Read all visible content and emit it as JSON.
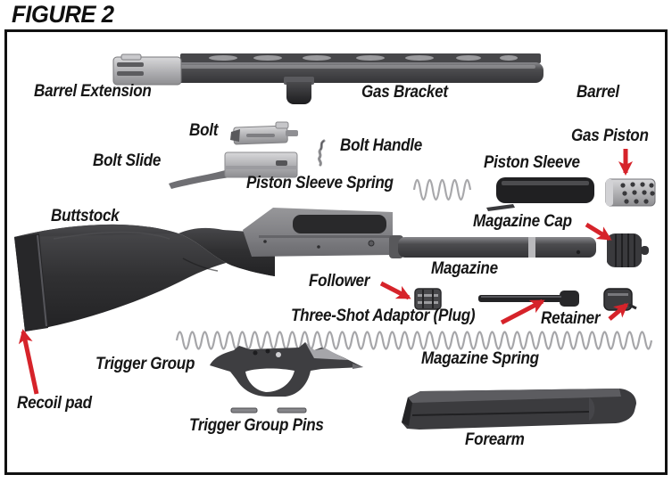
{
  "figure": {
    "title": "FIGURE 2"
  },
  "labels": {
    "barrel_extension": "Barrel Extension",
    "gas_bracket": "Gas Bracket",
    "barrel": "Barrel",
    "bolt": "Bolt",
    "bolt_handle": "Bolt Handle",
    "bolt_slide": "Bolt Slide",
    "piston_sleeve_spring": "Piston Sleeve Spring",
    "piston_sleeve": "Piston Sleeve",
    "gas_piston": "Gas Piston",
    "buttstock": "Buttstock",
    "magazine_cap": "Magazine Cap",
    "magazine": "Magazine",
    "follower": "Follower",
    "three_shot_adaptor": "Three-Shot Adaptor (Plug)",
    "retainer": "Retainer",
    "magazine_spring": "Magazine Spring",
    "trigger_group": "Trigger Group",
    "recoil_pad": "Recoil pad",
    "trigger_group_pins": "Trigger Group Pins",
    "forearm": "Forearm"
  },
  "colors": {
    "arrow_red": "#d6232a",
    "label_text": "#161616",
    "border_black": "#111111",
    "part_dark": "#2c2c2e",
    "part_gray": "#77777a",
    "part_silver": "#bcbcbf"
  }
}
